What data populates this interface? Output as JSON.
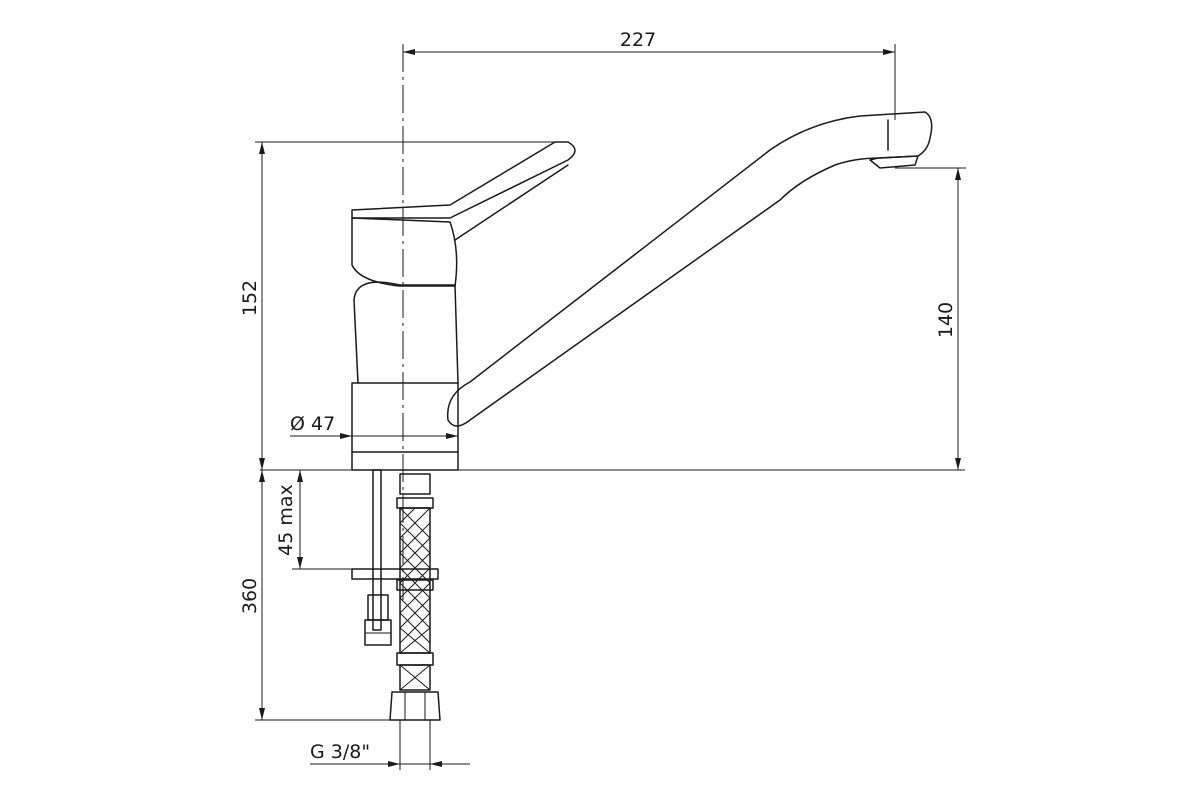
{
  "dimensions": {
    "spout_reach": "227",
    "total_height": "152",
    "spout_height": "140",
    "base_diameter": "Ø 47",
    "max_deck_thickness": "45 max",
    "hose_length": "360",
    "connection_thread": "G 3/8\""
  }
}
